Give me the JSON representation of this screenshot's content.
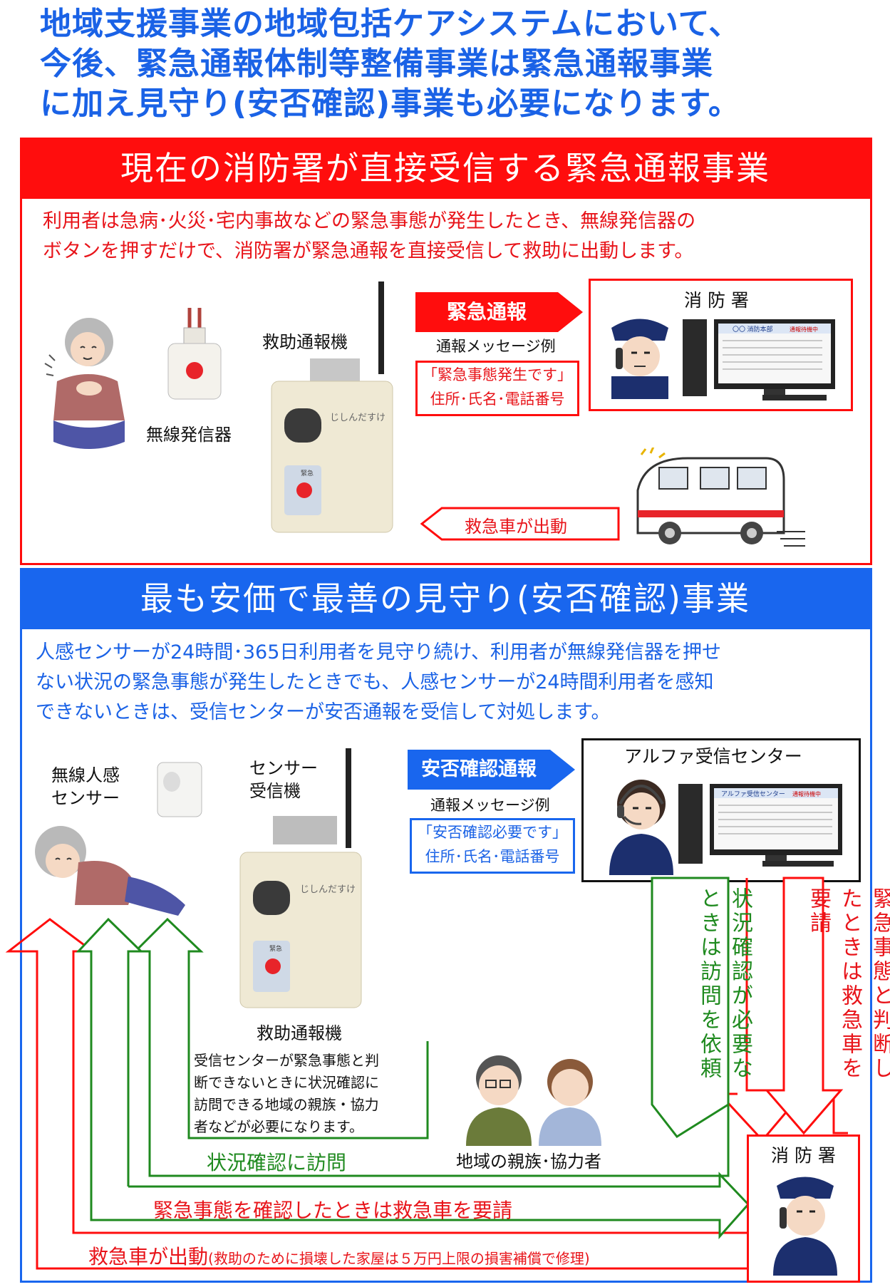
{
  "headline": {
    "lines": [
      "地域支援事業の地域包括ケアシステムにおいて、",
      "今後、緊急通報体制等整備事業は緊急通報事業",
      "に加え見守り(安否確認)事業も必要になります。"
    ]
  },
  "section1": {
    "title": "現在の消防署が直接受信する緊急通報事業",
    "description_lines": [
      "利用者は急病･火災･宅内事故などの緊急事態が発生したとき、無線発信器の",
      "ボタンを押すだけで、消防署が緊急通報を直接受信して救助に出動します。"
    ],
    "device_label_transmitter": "無線発信器",
    "device_label_unit": "救助通報機",
    "unit_brand": "じしんだすけ",
    "unit_button_label": "緊急",
    "arrow_label": "緊急通報",
    "message_example_label": "通報メッセージ例",
    "message_line1": "「緊急事態発生です」",
    "message_line2": "住所･氏名･電話番号",
    "fire_station_label": "消 防 署",
    "monitor_title": "〇〇 消防本部",
    "monitor_status": "通報待機中",
    "ambulance_label": "救急車が出動"
  },
  "section2": {
    "title": "最も安価で最善の見守り(安否確認)事業",
    "description_lines": [
      "人感センサーが24時間･365日利用者を見守り続け、利用者が無線発信器を押せ",
      "ない状況の緊急事態が発生したときでも、人感センサーが24時間利用者を感知",
      "できないときは、受信センターが安否通報を受信して対処します。"
    ],
    "sensor_label_line1": "無線人感",
    "sensor_label_line2": "センサー",
    "receiver_label_line1": "センサー",
    "receiver_label_line2": "受信機",
    "unit_label": "救助通報機",
    "unit_brand": "じしんだすけ",
    "unit_button_label": "緊急",
    "arrow_label": "安否確認通報",
    "message_example_label": "通報メッセージ例",
    "message_line1": "「安否確認必要です」",
    "message_line2": "住所･氏名･電話番号",
    "center_label": "アルファ受信センター",
    "center_monitor_title": "アルファ受信センター",
    "center_monitor_status": "通報待機中",
    "green_vertical": "状況確認が必要なときは訪問を依頼",
    "red_vertical": "緊急事態と判断したときは救急車を要請",
    "note_lines": [
      "受信センターが緊急事態と判",
      "断できないときに状況確認に",
      "訪問できる地域の親族・協力",
      "者などが必要になります。"
    ],
    "family_label": "地域の親族･協力者",
    "visit_label": "状況確認に訪問",
    "request_label": "緊急事態を確認したときは救急車を要請",
    "fire_station_label": "消 防 署",
    "ambulance_label": "救急車が出動",
    "ambulance_note": "(救助のために損壊した家屋は５万円上限の損害補償で修理)"
  },
  "colors": {
    "red": "#ff0d0d",
    "blue": "#1966ee",
    "green": "#1f8a1f",
    "headline_blue": "#1a62e6"
  }
}
